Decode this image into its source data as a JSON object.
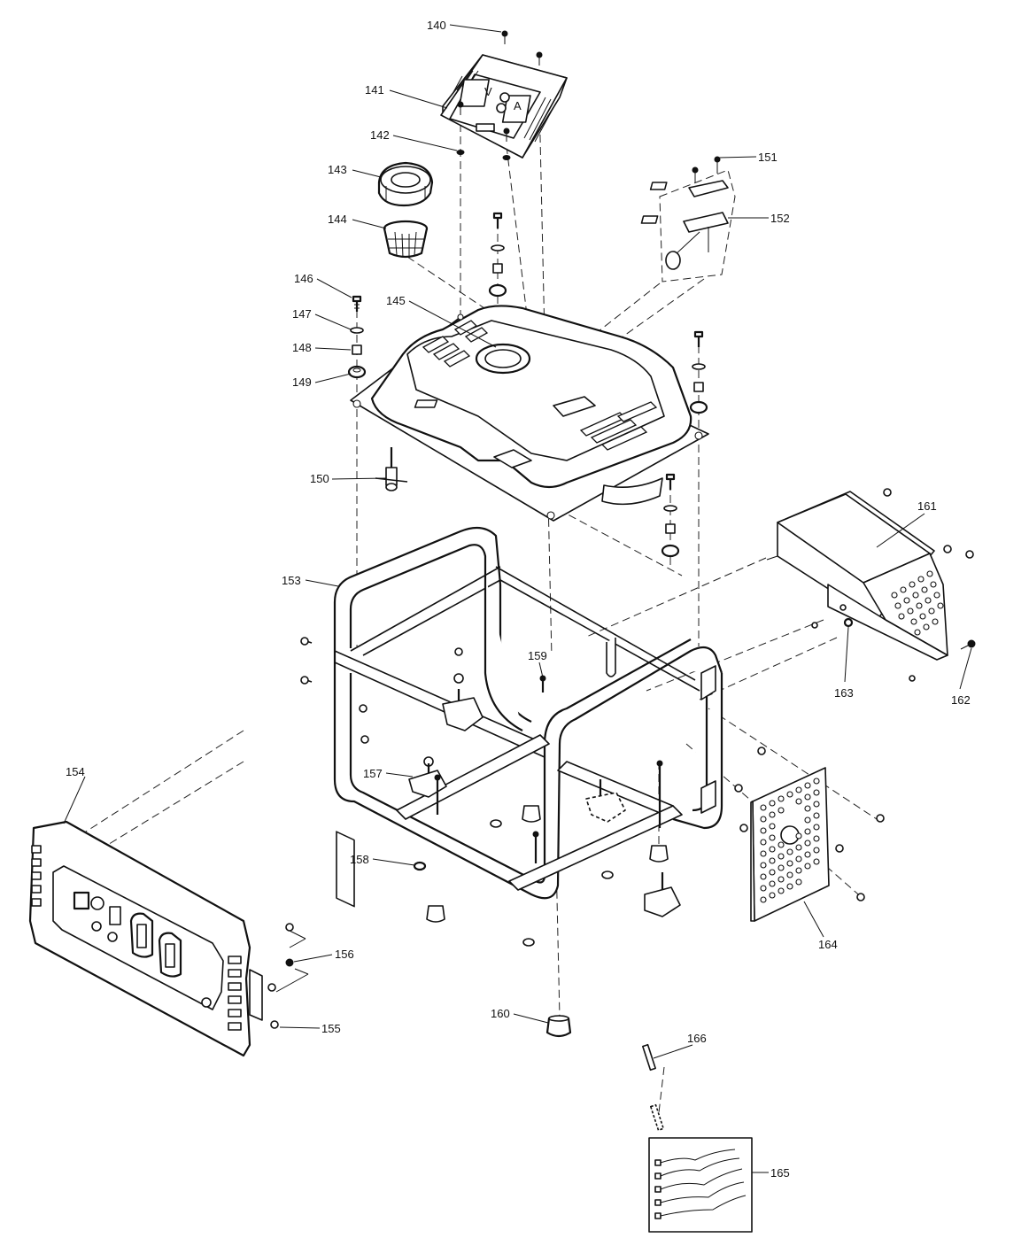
{
  "diagram": {
    "callouts": [
      {
        "id": "140",
        "label": "140"
      },
      {
        "id": "141",
        "label": "141"
      },
      {
        "id": "142",
        "label": "142"
      },
      {
        "id": "143",
        "label": "143"
      },
      {
        "id": "144",
        "label": "144"
      },
      {
        "id": "145",
        "label": "145"
      },
      {
        "id": "146",
        "label": "146"
      },
      {
        "id": "147",
        "label": "147"
      },
      {
        "id": "148",
        "label": "148"
      },
      {
        "id": "149",
        "label": "149"
      },
      {
        "id": "150",
        "label": "150"
      },
      {
        "id": "151",
        "label": "151"
      },
      {
        "id": "152",
        "label": "152"
      },
      {
        "id": "153",
        "label": "153"
      },
      {
        "id": "154",
        "label": "154"
      },
      {
        "id": "155",
        "label": "155"
      },
      {
        "id": "156",
        "label": "156"
      },
      {
        "id": "157",
        "label": "157"
      },
      {
        "id": "158",
        "label": "158"
      },
      {
        "id": "159",
        "label": "159"
      },
      {
        "id": "160",
        "label": "160"
      },
      {
        "id": "161",
        "label": "161"
      },
      {
        "id": "162",
        "label": "162"
      },
      {
        "id": "163",
        "label": "163"
      },
      {
        "id": "164",
        "label": "164"
      },
      {
        "id": "165",
        "label": "165"
      },
      {
        "id": "166",
        "label": "166"
      }
    ],
    "meter_labels": {
      "volt": "V",
      "amp": "A"
    }
  },
  "colors": {
    "line": "#111111",
    "background": "#ffffff"
  }
}
